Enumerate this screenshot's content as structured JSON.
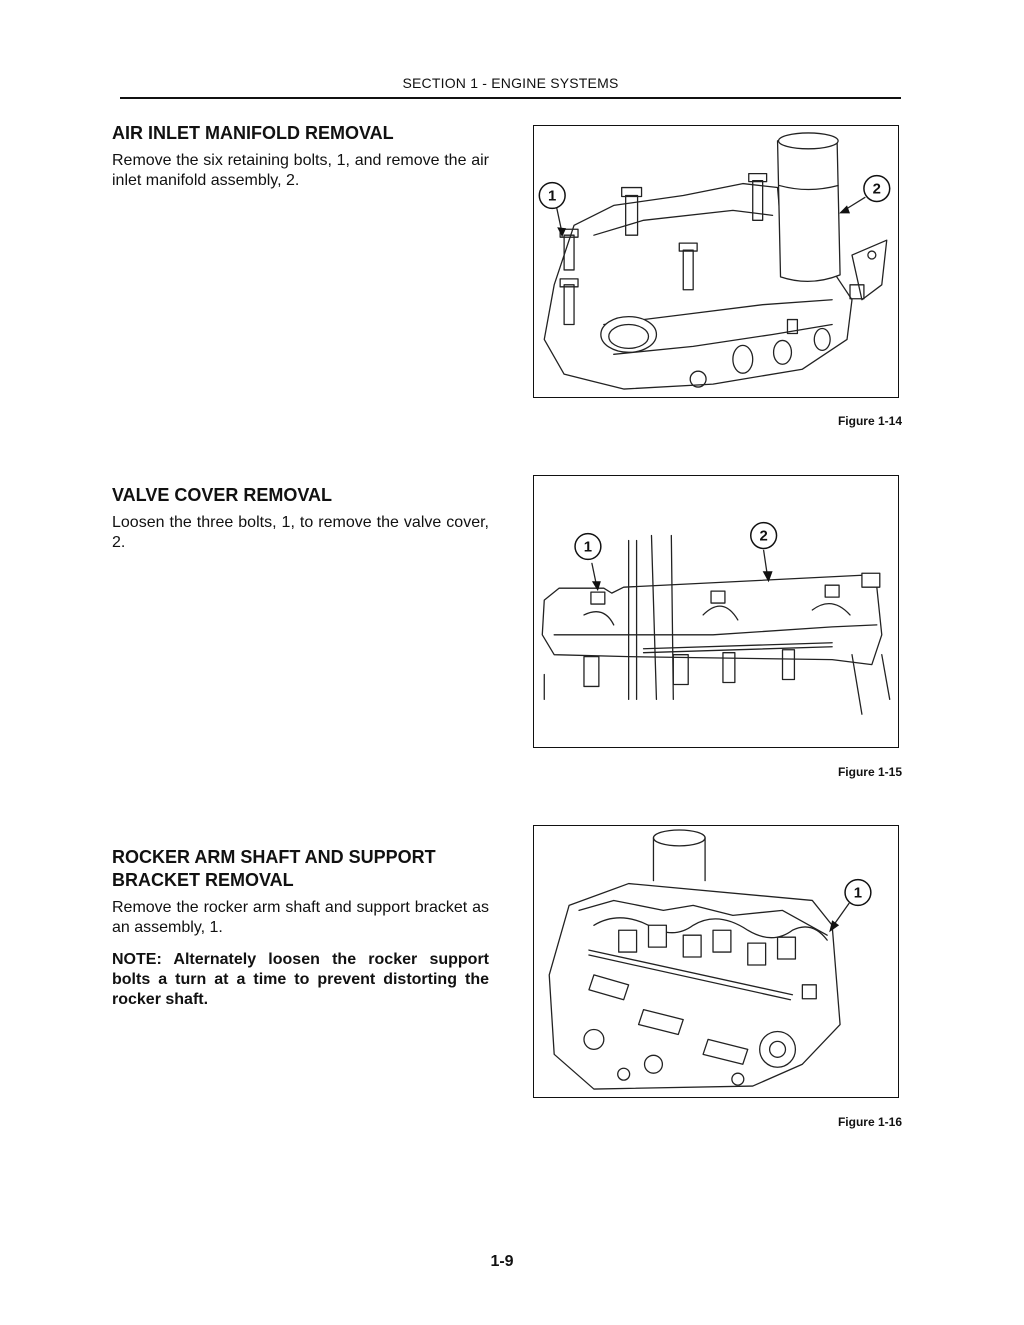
{
  "header": {
    "section_title": "SECTION 1 - ENGINE SYSTEMS"
  },
  "sections": [
    {
      "heading": "AIR INLET MANIFOLD REMOVAL",
      "body": "Remove the six retaining bolts, 1, and remove the air inlet manifold assembly, 2."
    },
    {
      "heading": "VALVE COVER REMOVAL",
      "body": "Loosen the three bolts, 1, to remove the valve cover, 2."
    },
    {
      "heading": "ROCKER ARM SHAFT AND SUPPORT BRACKET REMOVAL",
      "body": "Remove the rocker arm shaft and support bracket as an assembly, 1.",
      "note": "NOTE: Alternately loosen the rocker support bolts a turn at a time to prevent distorting the rocker shaft."
    }
  ],
  "figures": [
    {
      "caption": "Figure 1-14",
      "callouts": [
        "1",
        "2"
      ]
    },
    {
      "caption": "Figure 1-15",
      "callouts": [
        "1",
        "2"
      ]
    },
    {
      "caption": "Figure 1-16",
      "callouts": [
        "1"
      ]
    }
  ],
  "footer": {
    "page_number": "1-9"
  }
}
